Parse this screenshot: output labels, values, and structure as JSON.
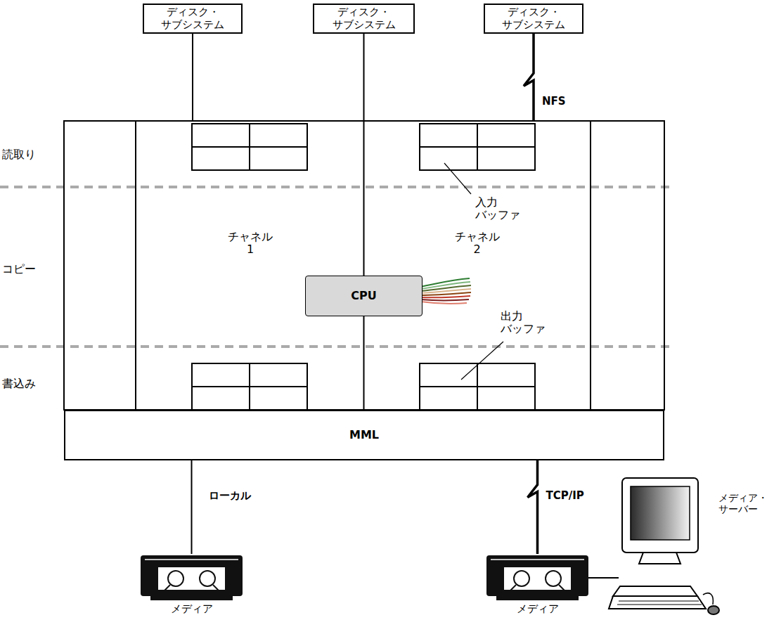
{
  "diagram": {
    "nodes": [
      {
        "text": [
          "ディスク・ サブシステム"
        ]
      },
      {
        "text": [
          "ディスク・ サブシステム"
        ]
      },
      {
        "text": [
          "ディスク・ サブシステム"
        ]
      },
      {
        "text": [
          "チャネル 1"
        ]
      },
      {
        "text": [
          "チャネル 2"
        ]
      },
      {
        "text": [
          "CPU"
        ]
      },
      {
        "text": [
          "MML"
        ]
      },
      {
        "text": [
          "メディア"
        ]
      },
      {
        "text": [
          "メディア"
        ]
      },
      {
        "text": [
          "メディア・ サーバー"
        ]
      }
    ],
    "edges": [
      {
        "from": 0,
        "to": 3,
        "arrow": "none"
      },
      {
        "from": 1,
        "to": 5,
        "arrow": "none"
      },
      {
        "from": 2,
        "to": 4,
        "label": "NFS",
        "arrow": "none"
      },
      {
        "from": 5,
        "to": 6,
        "arrow": "none"
      },
      {
        "from": 6,
        "to": 7,
        "label": "ローカル",
        "arrow": "none"
      },
      {
        "from": 6,
        "to": 8,
        "label": "TCP/IP",
        "arrow": "none"
      },
      {
        "from": 8,
        "to": 9,
        "arrow": "none"
      }
    ],
    "labels": [
      "読取り",
      "コピー",
      "書込み",
      "入力 バッファ",
      "出力 バッファ"
    ]
  }
}
